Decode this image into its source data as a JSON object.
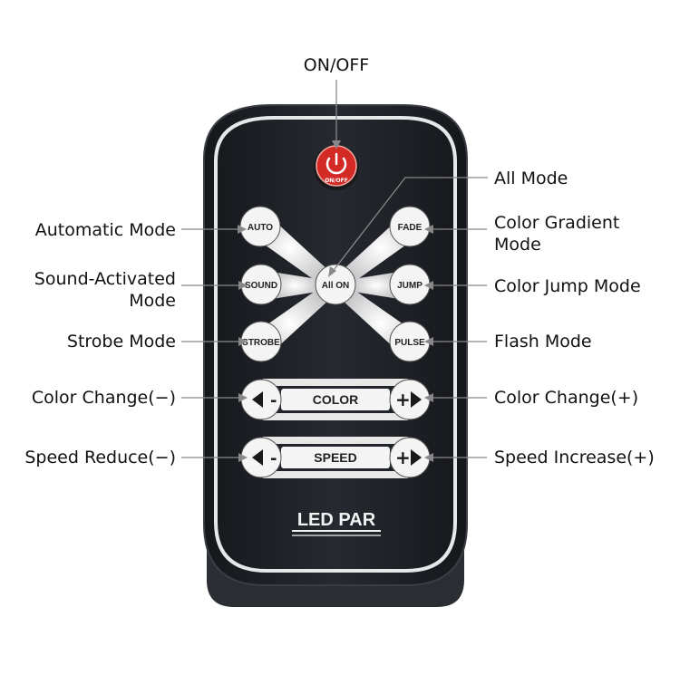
{
  "callouts": {
    "on_off": "ON/OFF",
    "all_mode": "All Mode",
    "automatic_mode": "Automatic Mode",
    "color_gradient_1": "Color Gradient",
    "color_gradient_2": "Mode",
    "sound_activated_1": "Sound-Activated",
    "sound_activated_2": "Mode",
    "color_jump_mode": "Color Jump Mode",
    "strobe_mode": "Strobe Mode",
    "flash_mode": "Flash Mode",
    "color_change_minus": "Color Change(−)",
    "color_change_plus": "Color Change(+)",
    "speed_reduce": "Speed Reduce(−)",
    "speed_increase": "Speed Increase(+)"
  },
  "remote": {
    "power_label": "ON/OFF",
    "auto": "AUTO",
    "fade": "FADE",
    "sound": "SOUND",
    "all_on": "All ON",
    "jump": "JUMP",
    "strobe": "STROBE",
    "pulse": "PULSE",
    "color_bar": "COLOR",
    "speed_bar": "SPEED",
    "minus_sign": "-",
    "plus_sign": "+",
    "brand": "LED PAR"
  },
  "colors": {
    "remote_body": "#1e2126",
    "remote_rim": "#d9dadc",
    "power_red": "#d42a25",
    "button_face": "#f4f4f4"
  }
}
